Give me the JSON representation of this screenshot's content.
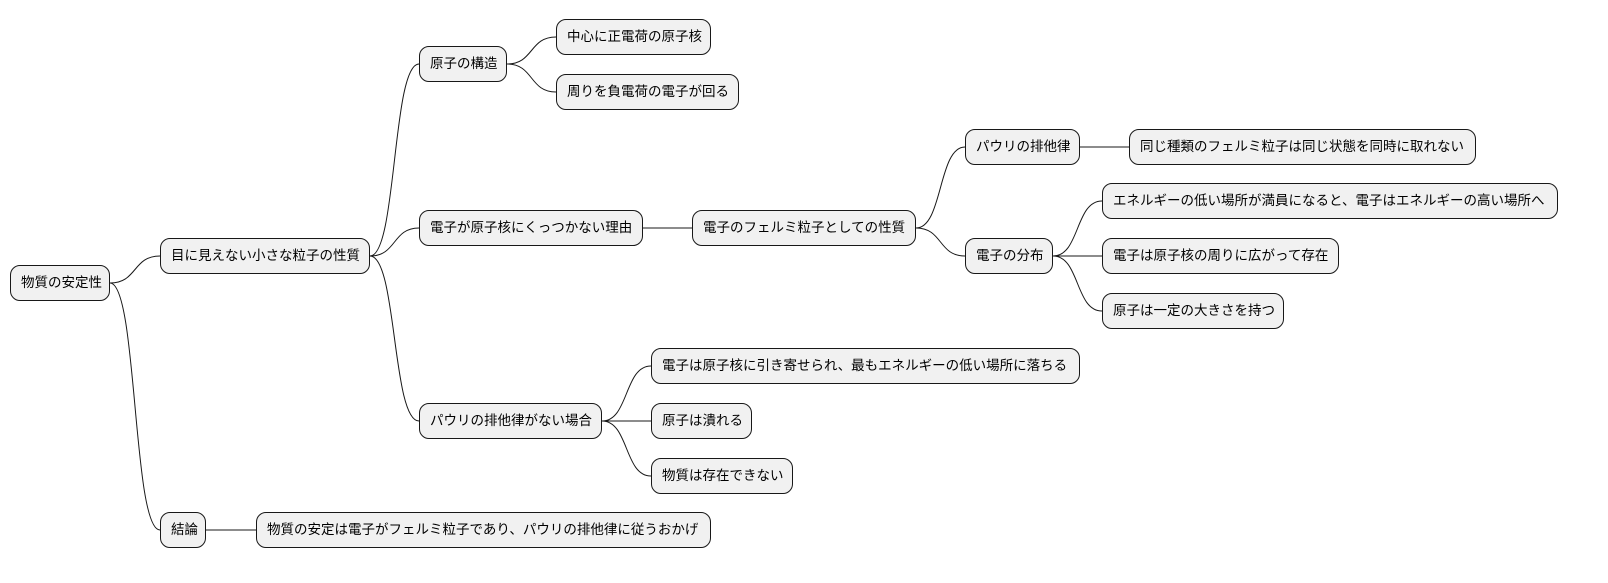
{
  "mindmap": {
    "root": {
      "id": "root",
      "text": "物質の安定性",
      "children": [
        {
          "id": "n1",
          "text": "目に見えない小さな粒子の性質",
          "children": [
            {
              "id": "n1a",
              "text": "原子の構造",
              "children": [
                {
                  "id": "n1a1",
                  "text": "中心に正電荷の原子核"
                },
                {
                  "id": "n1a2",
                  "text": "周りを負電荷の電子が回る"
                }
              ]
            },
            {
              "id": "n1b",
              "text": "電子が原子核にくっつかない理由",
              "children": [
                {
                  "id": "n1b1",
                  "text": "電子のフェルミ粒子としての性質",
                  "children": [
                    {
                      "id": "n1b1a",
                      "text": "パウリの排他律",
                      "children": [
                        {
                          "id": "n1b1a1",
                          "text": "同じ種類のフェルミ粒子は同じ状態を同時に取れない"
                        }
                      ]
                    },
                    {
                      "id": "n1b1b",
                      "text": "電子の分布",
                      "children": [
                        {
                          "id": "n1b1b1",
                          "text": "エネルギーの低い場所が満員になると、電子はエネルギーの高い場所へ"
                        },
                        {
                          "id": "n1b1b2",
                          "text": "電子は原子核の周りに広がって存在"
                        },
                        {
                          "id": "n1b1b3",
                          "text": "原子は一定の大きさを持つ"
                        }
                      ]
                    }
                  ]
                }
              ]
            },
            {
              "id": "n1c",
              "text": "パウリの排他律がない場合",
              "children": [
                {
                  "id": "n1c1",
                  "text": "電子は原子核に引き寄せられ、最もエネルギーの低い場所に落ちる"
                },
                {
                  "id": "n1c2",
                  "text": "原子は潰れる"
                },
                {
                  "id": "n1c3",
                  "text": "物質は存在できない"
                }
              ]
            }
          ]
        },
        {
          "id": "n2",
          "text": "結論",
          "children": [
            {
              "id": "n2a",
              "text": "物質の安定は電子がフェルミ粒子であり、パウリの排他律に従うおかげ"
            }
          ]
        }
      ]
    }
  }
}
